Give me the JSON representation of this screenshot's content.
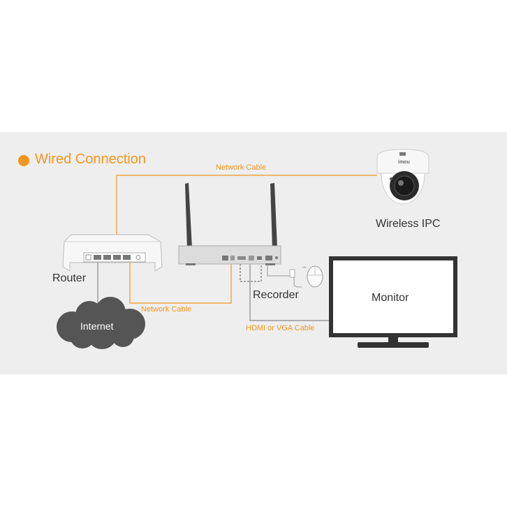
{
  "title": "Wired Connection",
  "labels": {
    "network_cable_top": "Network Cable",
    "network_cable_bottom": "Network Cable",
    "hdmi_vga_cable": "HDMI or VGA Cable",
    "router": "Router",
    "internet": "Internet",
    "recorder": "Recorder",
    "monitor": "Monitor",
    "wireless_ipc": "Wireless IPC",
    "camera_brand": "imou"
  },
  "colors": {
    "accent_orange": "#f0961e",
    "panel_bg": "#eeeeee",
    "cloud": "#555555",
    "line_gray": "#888888"
  }
}
